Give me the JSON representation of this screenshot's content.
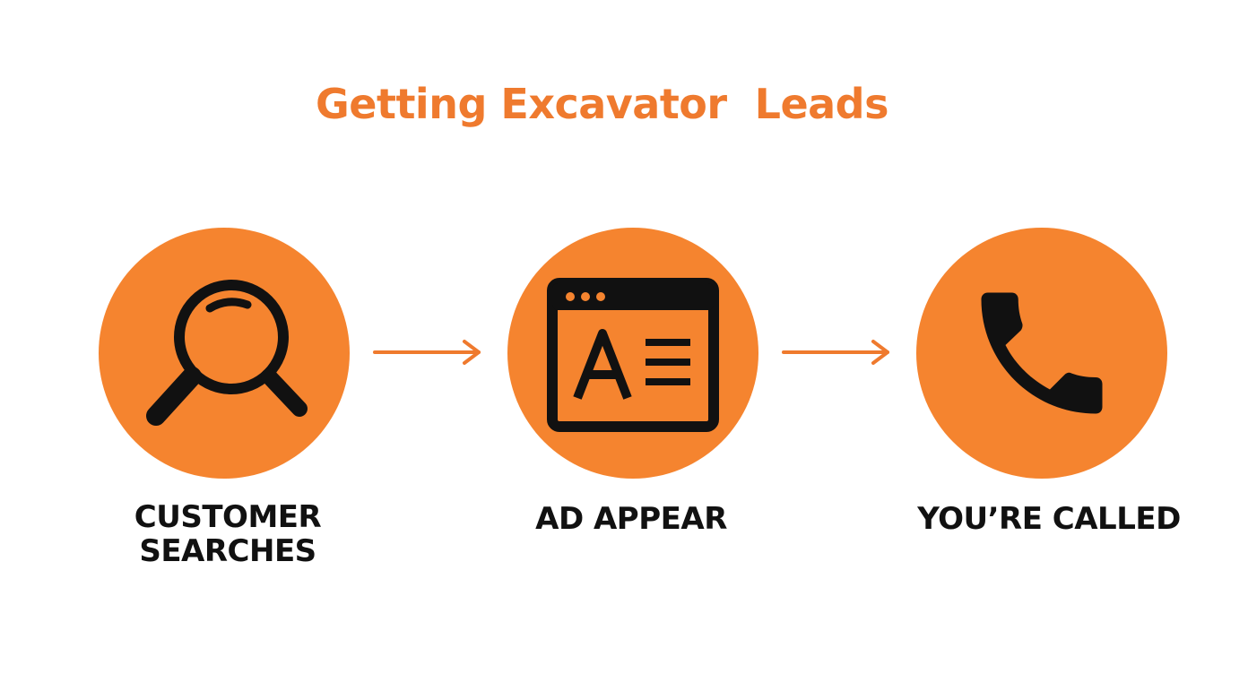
{
  "title": "Getting Excavator  Leads",
  "colors": {
    "accent": "#f5842f",
    "title": "#ef7a2e",
    "icon": "#111111",
    "arrow": "#ef7a2e"
  },
  "steps": [
    {
      "label": "CUSTOMER SEARCHES",
      "icon": "magnifier-icon"
    },
    {
      "label": "AD APPEAR",
      "icon": "ad-browser-icon"
    },
    {
      "label": "YOU’RE CALLED",
      "icon": "phone-icon"
    }
  ],
  "arrows": [
    "arrow-right",
    "arrow-right"
  ]
}
